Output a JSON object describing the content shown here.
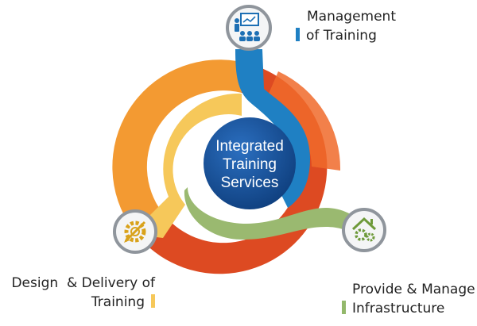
{
  "center": {
    "lines": [
      "Integrated",
      "Training",
      "Services"
    ]
  },
  "segments": [
    {
      "id": "management",
      "label_lines": [
        "Management",
        "of Training"
      ],
      "color": "#1f80c3",
      "icon": "presentation-board-icon"
    },
    {
      "id": "design",
      "label_lines": [
        "Design  & Delivery of",
        "Training"
      ],
      "color": "#f6c85a",
      "icon": "gear-pencil-icon"
    },
    {
      "id": "infrastructure",
      "label_lines": [
        "Provide & Manage",
        "Infrastructure"
      ],
      "color": "#93b86b",
      "icon": "house-gears-icon"
    }
  ],
  "colors": {
    "outer_orange": "#f08a2a",
    "outer_red": "#d83b22",
    "center_blue": "#17549b",
    "icon_ring": "#8f959c"
  }
}
